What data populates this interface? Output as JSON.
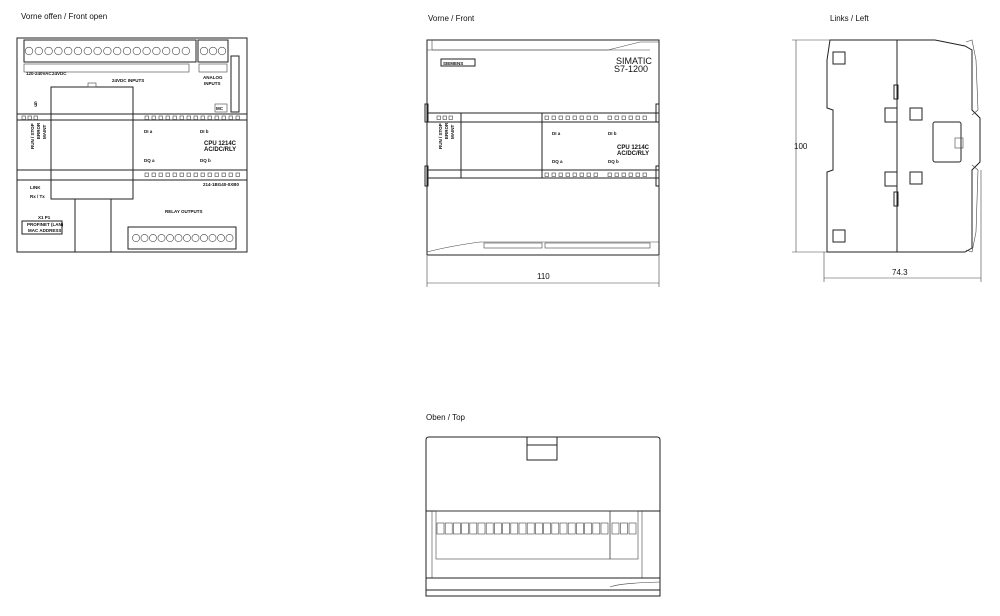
{
  "views": {
    "front_open": {
      "title": "Vorne offen / Front open"
    },
    "front": {
      "title": "Vorne / Front"
    },
    "left": {
      "title": "Links / Left"
    },
    "top": {
      "title": "Oben / Top"
    }
  },
  "dimensions": {
    "width": "110",
    "height": "100",
    "depth": "74.3"
  },
  "device": {
    "brand": "SIEMENS",
    "family_line1": "SIMATIC",
    "family_line2": "S7-1200",
    "cpu_line1": "CPU 1214C",
    "cpu_line2": "AC/DC/RLY",
    "order_number": "214-1BG40-0XB0",
    "status_leds": [
      "RUN / STOP",
      "ERROR",
      "MAINT"
    ],
    "link_label": "LINK",
    "rxtx_label": "Rx / Tx",
    "port_label": "X1 P1",
    "mac_label_line1": "PROFINET (LAN)",
    "mac_label_line2": "MAC ADDRESS",
    "power_label": "120-240VAC",
    "sensor_label": "24VDC",
    "inputs_label": "24VDC INPUTS",
    "analog_label_line1": "ANALOG",
    "analog_label_line2": "INPUTS",
    "relay_label": "RELAY OUTPUTS",
    "di_a": "DI a",
    "di_b": "DI b",
    "dq_a": "DQ a",
    "dq_b": "DQ b",
    "mc_label": "MC"
  }
}
